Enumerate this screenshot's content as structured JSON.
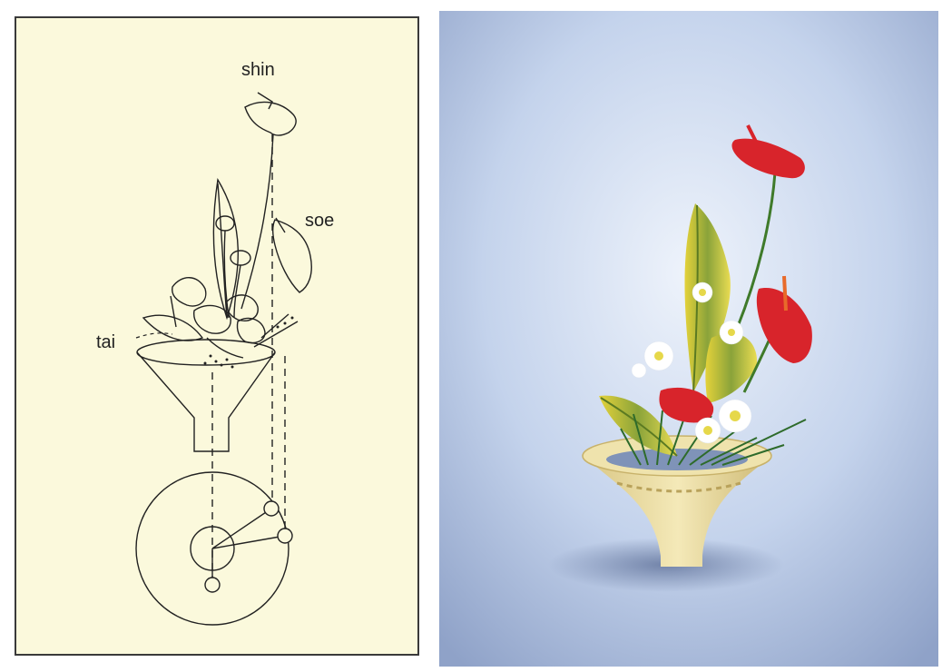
{
  "diagram": {
    "labels": {
      "shin": "shin",
      "soe": "soe",
      "tai": "tai"
    }
  },
  "photo": {
    "background_colors": [
      "#8fa2c8",
      "#c4d3ec",
      "#eef3fb"
    ],
    "vase_color": "#eee0a6",
    "flower_colors": [
      "#d8242b",
      "#ffffff",
      "#e6d84a"
    ]
  }
}
